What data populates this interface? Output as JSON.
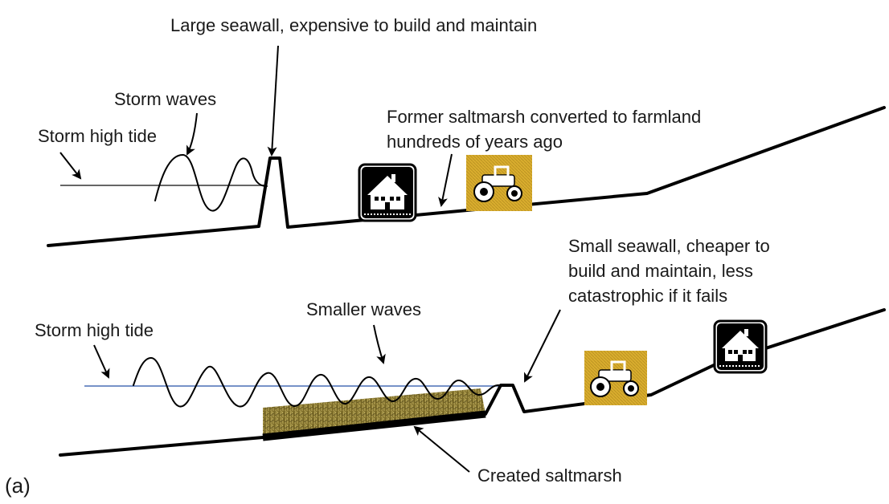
{
  "labels": {
    "large_seawall": "Large seawall, expensive to build and maintain",
    "storm_waves": "Storm waves",
    "storm_high_tide_top": "Storm high tide",
    "former_saltmarsh_line1": "Former saltmarsh converted to farmland",
    "former_saltmarsh_line2": "hundreds of years ago",
    "small_seawall_line1": "Small seawall, cheaper to",
    "small_seawall_line2": "build and maintain, less",
    "small_seawall_line3": "catastrophic if it fails",
    "smaller_waves": "Smaller waves",
    "storm_high_tide_bottom": "Storm high tide",
    "created_saltmarsh": "Created saltmarsh",
    "panel_label": "(a)"
  },
  "icons": {
    "house": "house-icon",
    "tractor": "tractor-icon",
    "saltmarsh": "saltmarsh-grass-icon"
  },
  "colors": {
    "tractor_bg": "#c9a22a",
    "saltmarsh": "#8a7a30",
    "tide_top": "#666666",
    "tide_bottom": "#4a6fb5"
  }
}
